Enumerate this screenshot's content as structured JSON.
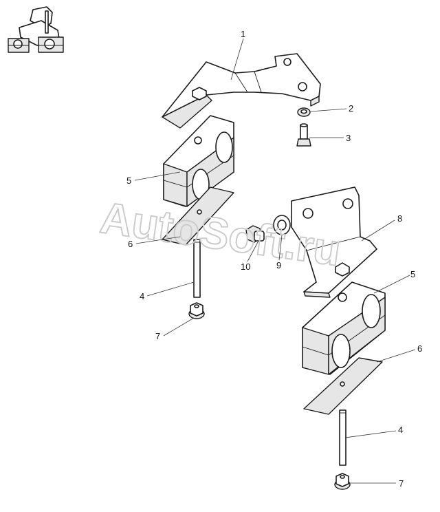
{
  "watermark": "AutoSoft.ru",
  "callouts": {
    "c1": "1",
    "c2": "2",
    "c3": "3",
    "c4a": "4",
    "c4b": "4",
    "c5a": "5",
    "c5b": "5",
    "c6a": "6",
    "c6b": "6",
    "c7a": "7",
    "c7b": "7",
    "c8": "8",
    "c9": "9",
    "c10": "10"
  },
  "colors": {
    "line": "#1a1a1a",
    "shade": "#e6e6e6",
    "watermark": "#cccccc"
  },
  "icons": {
    "thumbnail": "assembly-thumbnail-icon"
  }
}
